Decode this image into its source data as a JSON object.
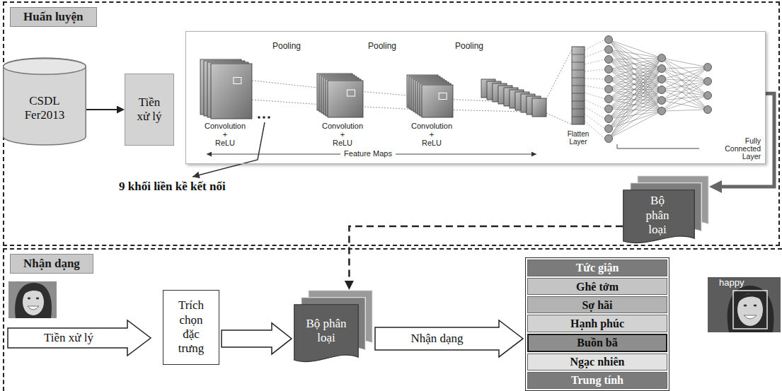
{
  "diagram": {
    "nodes": [
      {
        "text": [
          "Huấn luyện"
        ]
      },
      {
        "text": [
          "CSDL Fer2013"
        ],
        "in": 0
      },
      {
        "text": [
          "Tiền xử lý"
        ],
        "in": 0
      },
      {
        "text": [
          "Pooling",
          "Pooling",
          "Pooling",
          "Convolution + ReLU",
          "Convolution + ReLU",
          "Convolution + ReLU",
          "Feature Maps",
          "Flatten Layer",
          "Fully Connected Layer"
        ],
        "in": 0
      },
      {
        "text": [
          "Bộ phân loại"
        ],
        "in": 0
      },
      {
        "text": [
          "Nhận dạng"
        ]
      },
      {
        "text": [
          "Tiền xử lý"
        ],
        "in": 5
      },
      {
        "text": [
          "Trích chọn đặc trưng"
        ],
        "in": 5
      },
      {
        "text": [
          "Bộ phân loại"
        ],
        "in": 5
      },
      {
        "text": [
          "Tức giận",
          "Ghê tởm",
          "Sợ hãi",
          "Hạnh phúc",
          "Buồn bã",
          "Ngạc nhiên",
          "Trung tính"
        ],
        "in": 5
      }
    ],
    "edges": [
      {
        "from": 1,
        "to": 2,
        "arrow": "to"
      },
      {
        "from": 3,
        "to": 4,
        "arrow": "to"
      },
      {
        "from": 4,
        "to": 8,
        "arrow": "to"
      },
      {
        "from": 7,
        "to": 8,
        "arrow": "to"
      },
      {
        "from": 8,
        "to": 9,
        "label": "Nhận dạng",
        "arrow": "to"
      }
    ],
    "labels": [
      "9 khối liền kề kết nối",
      "happy"
    ]
  }
}
